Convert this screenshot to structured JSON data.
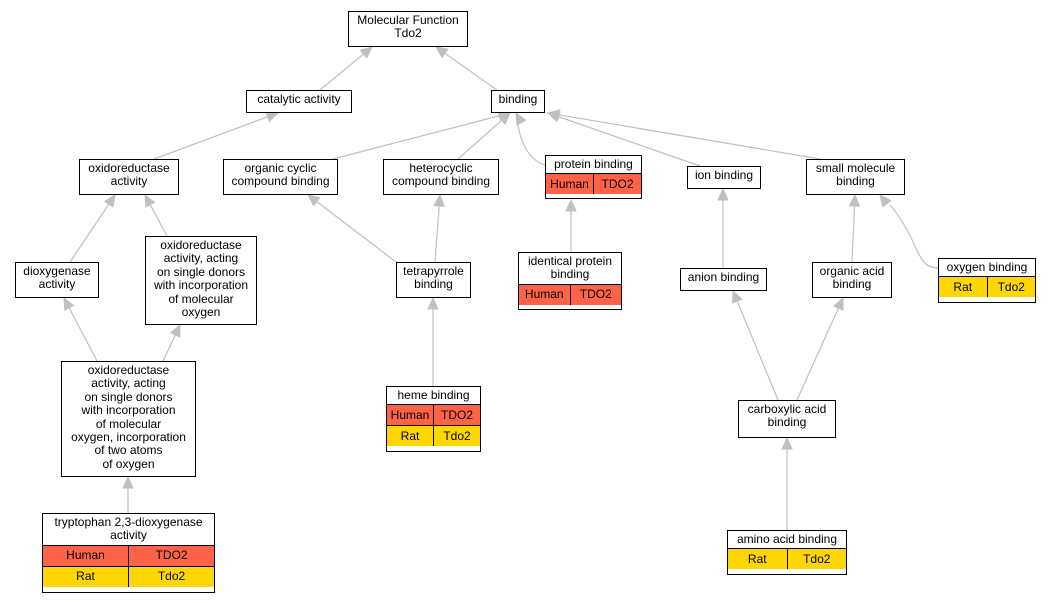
{
  "graph": {
    "nodes": {
      "root": {
        "lines": [
          "Molecular Function",
          "Tdo2"
        ]
      },
      "catalytic": {
        "lines": [
          "catalytic activity"
        ]
      },
      "binding": {
        "lines": [
          "binding"
        ]
      },
      "oxidoreductase": {
        "lines": [
          "oxidoreductase",
          "activity"
        ]
      },
      "organic_cyclic": {
        "lines": [
          "organic cyclic",
          "compound binding"
        ]
      },
      "heterocyclic": {
        "lines": [
          "heterocyclic",
          "compound binding"
        ]
      },
      "protein_binding": {
        "lines": [
          "protein binding"
        ],
        "rows": [
          {
            "species": "Human",
            "gene": "TDO2"
          }
        ]
      },
      "ion_binding": {
        "lines": [
          "ion binding"
        ]
      },
      "small_molecule": {
        "lines": [
          "small molecule",
          "binding"
        ]
      },
      "dioxygenase": {
        "lines": [
          "dioxygenase",
          "activity"
        ]
      },
      "oxido_single": {
        "lines": [
          "oxidoreductase",
          "activity, acting",
          "on single donors",
          "with incorporation",
          "of molecular",
          "oxygen"
        ]
      },
      "tetrapyrrole": {
        "lines": [
          "tetrapyrrole",
          "binding"
        ]
      },
      "identical_protein": {
        "lines": [
          "identical protein",
          "binding"
        ],
        "rows": [
          {
            "species": "Human",
            "gene": "TDO2"
          }
        ]
      },
      "anion_binding": {
        "lines": [
          "anion binding"
        ]
      },
      "organic_acid": {
        "lines": [
          "organic acid",
          "binding"
        ]
      },
      "oxygen_binding": {
        "lines": [
          "oxygen binding"
        ],
        "rows": [
          {
            "species": "Rat",
            "gene": "Tdo2"
          }
        ]
      },
      "oxido_two": {
        "lines": [
          "oxidoreductase",
          "activity, acting",
          "on single donors",
          "with incorporation",
          "of molecular",
          "oxygen, incorporation",
          "of two atoms",
          "of oxygen"
        ]
      },
      "heme_binding": {
        "lines": [
          "heme binding"
        ],
        "rows": [
          {
            "species": "Human",
            "gene": "TDO2"
          },
          {
            "species": "Rat",
            "gene": "Tdo2"
          }
        ]
      },
      "carboxylic": {
        "lines": [
          "carboxylic acid",
          "binding"
        ]
      },
      "tryptophan": {
        "lines": [
          "tryptophan 2,3-dioxygenase",
          "activity"
        ],
        "rows": [
          {
            "species": "Human",
            "gene": "TDO2"
          },
          {
            "species": "Rat",
            "gene": "Tdo2"
          }
        ]
      },
      "amino_acid": {
        "lines": [
          "amino acid binding"
        ],
        "rows": [
          {
            "species": "Rat",
            "gene": "Tdo2"
          }
        ]
      }
    },
    "edges": [
      [
        "catalytic",
        "root"
      ],
      [
        "binding",
        "root"
      ],
      [
        "oxidoreductase",
        "catalytic"
      ],
      [
        "organic_cyclic",
        "binding"
      ],
      [
        "heterocyclic",
        "binding"
      ],
      [
        "protein_binding",
        "binding"
      ],
      [
        "ion_binding",
        "binding"
      ],
      [
        "small_molecule",
        "binding"
      ],
      [
        "dioxygenase",
        "oxidoreductase"
      ],
      [
        "oxido_single",
        "oxidoreductase"
      ],
      [
        "tetrapyrrole",
        "organic_cyclic"
      ],
      [
        "tetrapyrrole",
        "heterocyclic"
      ],
      [
        "identical_protein",
        "protein_binding"
      ],
      [
        "anion_binding",
        "ion_binding"
      ],
      [
        "organic_acid",
        "small_molecule"
      ],
      [
        "oxygen_binding",
        "small_molecule"
      ],
      [
        "oxido_two",
        "dioxygenase"
      ],
      [
        "oxido_two",
        "oxido_single"
      ],
      [
        "heme_binding",
        "tetrapyrrole"
      ],
      [
        "carboxylic",
        "anion_binding"
      ],
      [
        "carboxylic",
        "organic_acid"
      ],
      [
        "tryptophan",
        "oxido_two"
      ],
      [
        "amino_acid",
        "carboxylic"
      ]
    ],
    "colors": {
      "edge": "#c0c0c0",
      "human_row": "#ff6347",
      "rat_row": "#ffd700",
      "border": "#000000"
    }
  }
}
